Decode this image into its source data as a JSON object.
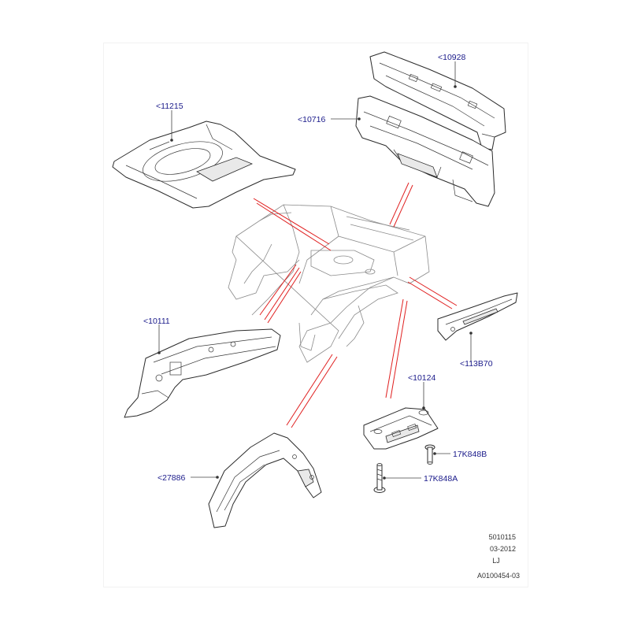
{
  "colors": {
    "callout_text": "#1a1a8a",
    "indicator_lines": "#e02020",
    "linework": "#2b2b2b"
  },
  "callouts": {
    "p10928": "<10928",
    "p11215": "<11215",
    "p10716": "<10716",
    "p10111": "<10111",
    "p113B70": "<113B70",
    "p10124": "<10124",
    "p17K848B": "17K848B",
    "p17K848A": "17K848A",
    "p27886": "<27886"
  },
  "footer": {
    "line1": "5010115",
    "line2": "03-2012",
    "line3": "LJ",
    "line4": "A0100454-03"
  }
}
